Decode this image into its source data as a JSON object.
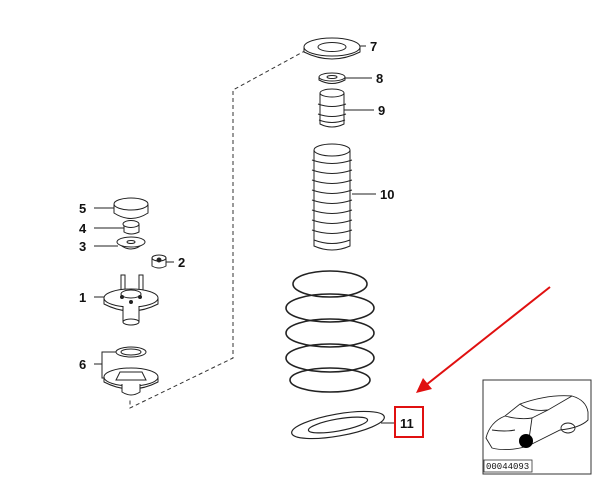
{
  "diagram": {
    "callouts": [
      {
        "id": "1",
        "label": "1"
      },
      {
        "id": "2",
        "label": "2"
      },
      {
        "id": "3",
        "label": "3"
      },
      {
        "id": "4",
        "label": "4"
      },
      {
        "id": "5",
        "label": "5"
      },
      {
        "id": "6",
        "label": "6"
      },
      {
        "id": "7",
        "label": "7"
      },
      {
        "id": "8",
        "label": "8"
      },
      {
        "id": "9",
        "label": "9"
      },
      {
        "id": "10",
        "label": "10"
      },
      {
        "id": "11",
        "label": "11"
      }
    ],
    "highlight": {
      "target": "11",
      "color": "#e01010"
    },
    "thumbnail": {
      "reference_number": "00044093"
    }
  }
}
